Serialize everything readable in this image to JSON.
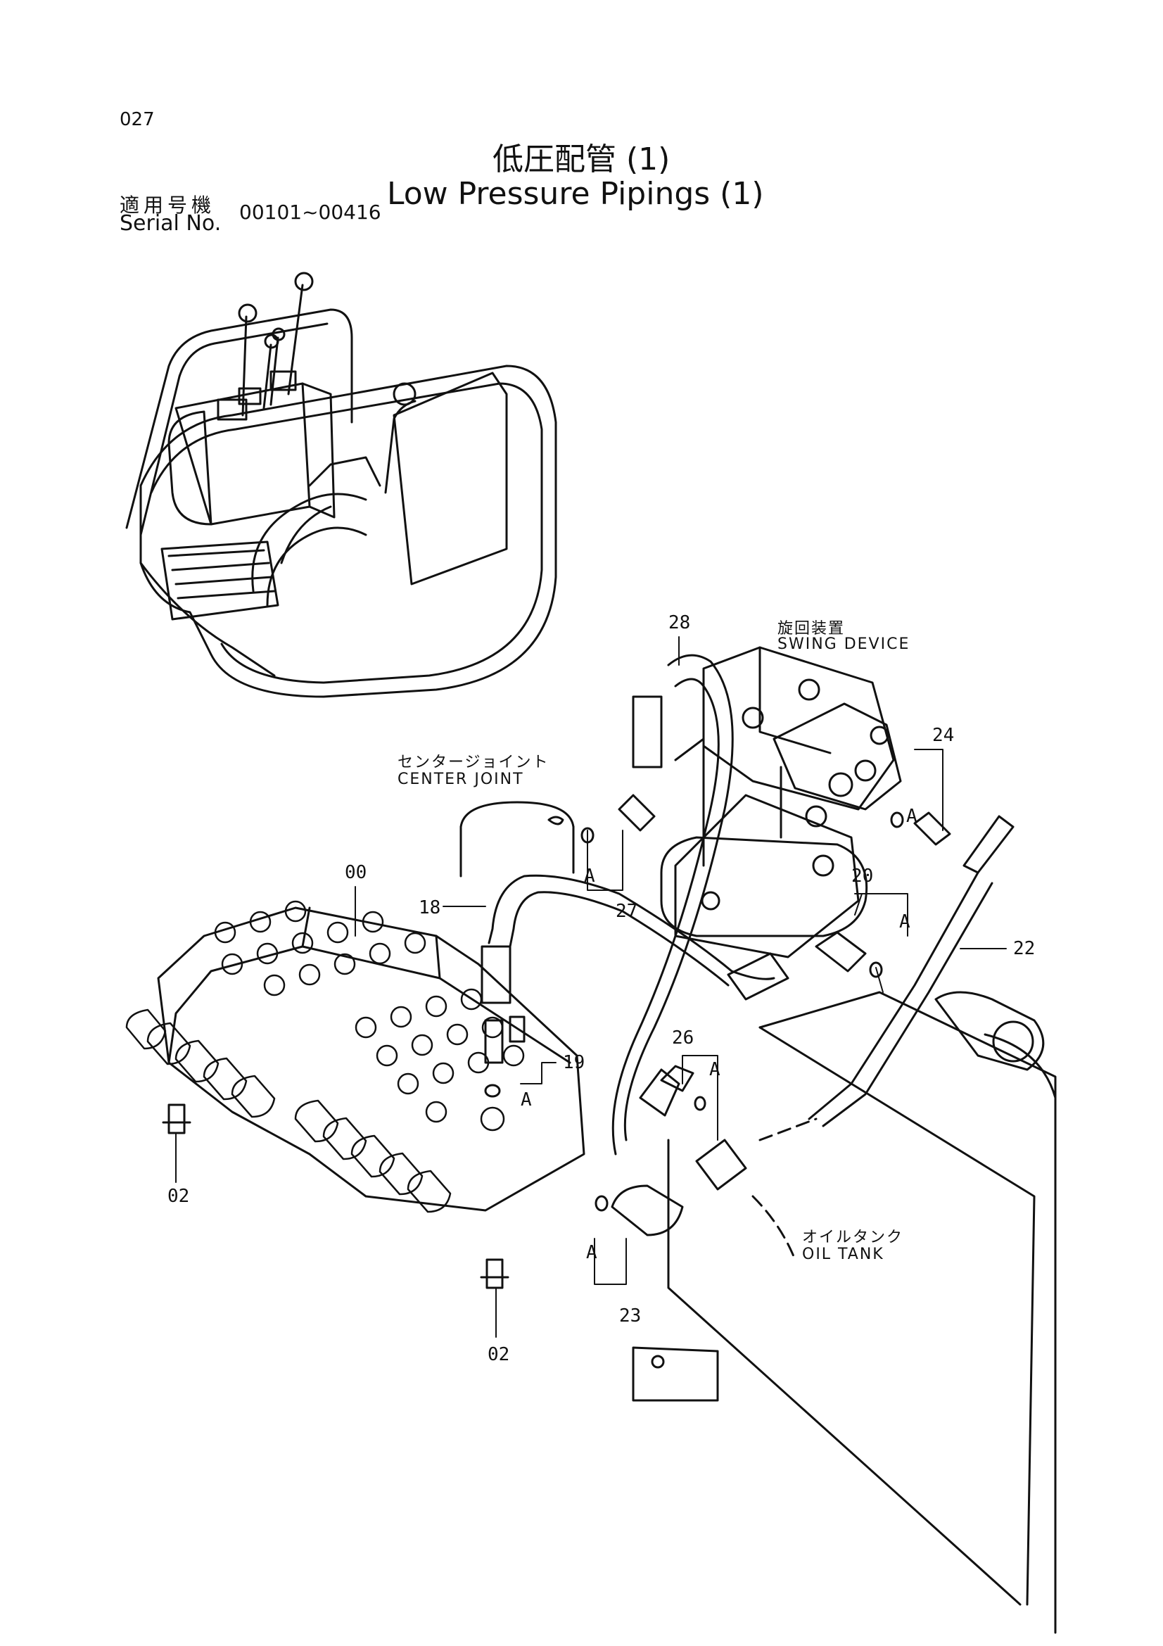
{
  "header": {
    "page_number": "027",
    "title_jp": "低圧配管 (1)",
    "title_en": "Low Pressure Pipings (1)",
    "serial_label_jp": "適用号機",
    "serial_label_en": "Serial No.",
    "serial_range": "00101~00416"
  },
  "labels": {
    "swing_device_jp": "旋回装置",
    "swing_device_en": "SWING DEVICE",
    "center_joint_jp": "センタージョイント",
    "center_joint_en": "CENTER JOINT",
    "oil_tank_jp": "オイルタンク",
    "oil_tank_en": "OIL TANK"
  },
  "callouts": {
    "c28": "28",
    "c24": "24",
    "c00": "00",
    "c18": "18",
    "c27": "27",
    "c20": "20",
    "c22": "22",
    "c26": "26",
    "c19": "19",
    "c02a": "02",
    "c02b": "02",
    "c23": "23",
    "a": "A"
  }
}
